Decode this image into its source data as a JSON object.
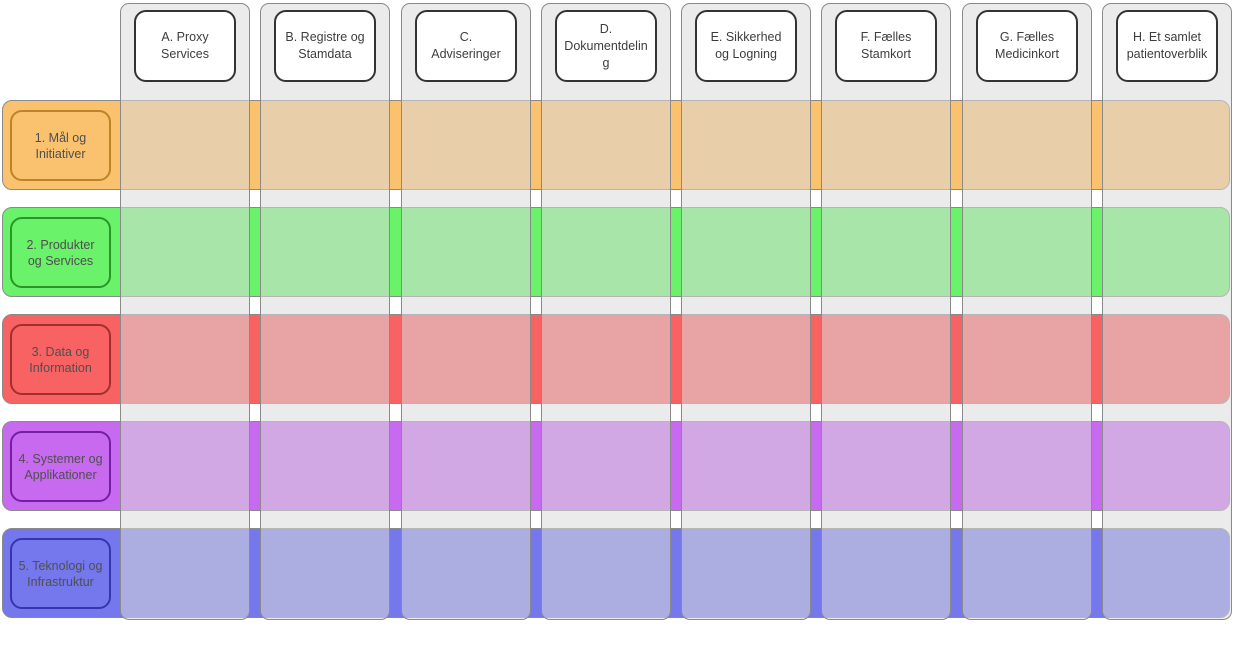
{
  "diagram": {
    "type": "capability-layer-matrix",
    "columns": [
      {
        "id": "A",
        "label": "A. Proxy Services",
        "display": "A. Proxy\nServices"
      },
      {
        "id": "B",
        "label": "B. Registre og Stamdata",
        "display": "B. Registre og\nStamdata"
      },
      {
        "id": "C",
        "label": "C. Adviseringer",
        "display": "C.\nAdviseringer"
      },
      {
        "id": "D",
        "label": "D. Dokumentdeling",
        "display": "D.\nDokumentdelin\ng"
      },
      {
        "id": "E",
        "label": "E. Sikkerhed og Logning",
        "display": "E. Sikkerhed\nog Logning"
      },
      {
        "id": "F",
        "label": "F. Fælles Stamkort",
        "display": "F. Fælles\nStamkort"
      },
      {
        "id": "G",
        "label": "G. Fælles Medicinkort",
        "display": "G. Fælles\nMedicinkort"
      },
      {
        "id": "H",
        "label": "H. Et samlet patientoverblik",
        "display": "H. Et samlet\npatientoverblik"
      }
    ],
    "rows": [
      {
        "id": "1",
        "label": "1. Mål og Initiativer",
        "display": "1. Mål og\nInitiativer",
        "fill": "#FAC16E",
        "border": "#BE8227"
      },
      {
        "id": "2",
        "label": "2. Produkter og Services",
        "display": "2. Produkter\nog Services",
        "fill": "#6AF26A",
        "border": "#289628"
      },
      {
        "id": "3",
        "label": "3. Data og Information",
        "display": "3. Data og\nInformation",
        "fill": "#F86262",
        "border": "#A02F2F"
      },
      {
        "id": "4",
        "label": "4. Systemer og Applikationer",
        "display": "4. Systemer og\nApplikationer",
        "fill": "#C76AF0",
        "border": "#741FA3"
      },
      {
        "id": "5",
        "label": "5. Teknologi og Infrastruktur",
        "display": "5. Teknologi og\nInfrastruktur",
        "fill": "#7478EC",
        "border": "#3336AE"
      }
    ],
    "colors": {
      "background": "#FFFFFF",
      "lane_fill": "rgba(219,219,219,0.55)",
      "lane_border": "#8A8A8A",
      "band_border": "#8A8A8A",
      "header_fill": "#FFFFFF",
      "header_border": "#333333"
    }
  }
}
